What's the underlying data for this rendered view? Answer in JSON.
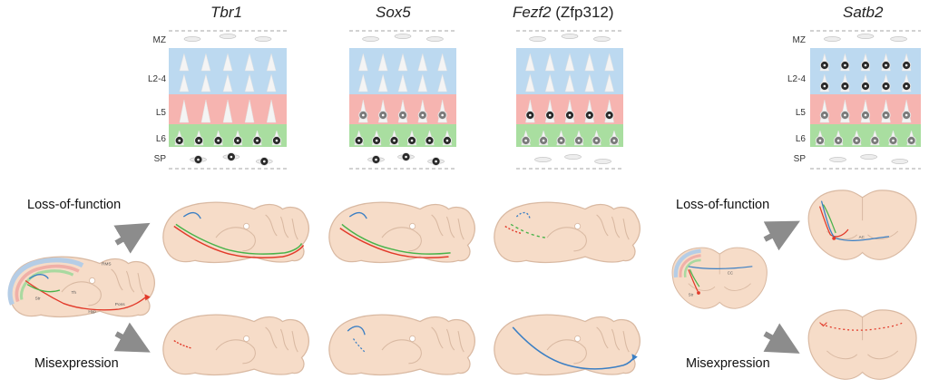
{
  "genes": [
    {
      "symbol": "Tbr1",
      "alias": ""
    },
    {
      "symbol": "Sox5",
      "alias": ""
    },
    {
      "symbol": "Fezf2",
      "alias": "(Zfp312)"
    },
    {
      "symbol": "Satb2",
      "alias": ""
    }
  ],
  "layer_labels": [
    "MZ",
    "L2-4",
    "L5",
    "L6",
    "SP"
  ],
  "left_labels": {
    "loss": "Loss-of-function",
    "mis": "Misexpression"
  },
  "right_labels": {
    "loss": "Loss-of-function",
    "mis": "Misexpression"
  },
  "brain_region_labels": {
    "sagittal": [
      "Th",
      "Str",
      "Pons",
      "Hyp",
      "RMS"
    ],
    "coronal": [
      "CC",
      "Str"
    ],
    "satb2_loss": [
      "AC"
    ]
  },
  "colors": {
    "upper_layer": "#bcd9f0",
    "l5": "#f6b4b0",
    "l6": "#a9dea0",
    "brain": "#f6dcc8",
    "brain_edge": "#d9b9a2",
    "red_axon": "#e23a2a",
    "green_axon": "#49b34a",
    "blue_axon": "#3b7fc4",
    "arrow": "#8c8c8c"
  },
  "expression": {
    "Tbr1": {
      "MZ": "none",
      "L2-4": "none",
      "L5": "none",
      "L6": "dark",
      "SP": "dark"
    },
    "Sox5": {
      "MZ": "none",
      "L2-4": "none",
      "L5": "mid",
      "L6": "dark",
      "SP": "dark"
    },
    "Fezf2": {
      "MZ": "none",
      "L2-4": "none",
      "L5": "dark",
      "L6": "mid",
      "SP": "none"
    },
    "Satb2": {
      "MZ": "none",
      "L2-4": "dark",
      "L5": "mid",
      "L6": "mid",
      "SP": "none"
    }
  }
}
